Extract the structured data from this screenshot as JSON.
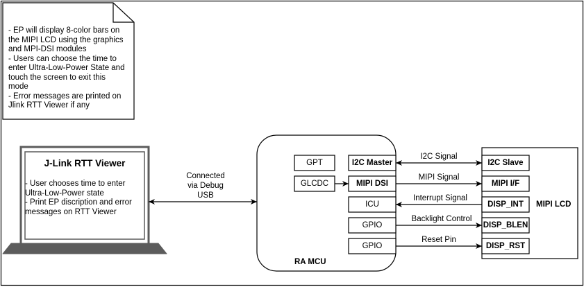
{
  "note": {
    "lines": [
      "- EP will display 8-color bars on",
      "the MIPI LCD using the graphics",
      "and MPI-DSI modules",
      "- Users can choose the time to",
      "enter Ultra-Low-Power State and",
      "touch the screen to exit this",
      "mode",
      "- Error messages are printed on",
      "Jlink RTT Viewer if any"
    ]
  },
  "laptop": {
    "title": "J-Link RTT Viewer",
    "lines": [
      "- User chooses time to enter",
      "Ultra-Low-Power state",
      "- Print EP discription and error",
      "messages on RTT Viewer"
    ]
  },
  "connection": {
    "lines": [
      "Connected",
      "via Debug",
      "USB"
    ]
  },
  "mcu": {
    "label": "RA MCU",
    "left_blocks": {
      "gpt": "GPT",
      "glcdc": "GLCDC"
    },
    "peripherals": {
      "i2c_master": "I2C Master",
      "mipi_dsi": "MIPI DSI",
      "icu": "ICU",
      "gpio_backlight": "GPIO",
      "gpio_reset": "GPIO"
    }
  },
  "lcd": {
    "label": "MIPI LCD",
    "ports": {
      "i2c_slave": "I2C Slave",
      "mipi_if": "MIPI I/F",
      "disp_int": "DISP_INT",
      "disp_blen": "DISP_BLEN",
      "disp_rst": "DISP_RST"
    }
  },
  "signals": {
    "i2c": "I2C Signal",
    "mipi": "MIPI Signal",
    "interrupt": "Interrupt Signal",
    "backlight": "Backlight Control",
    "reset": "Reset Pin"
  }
}
